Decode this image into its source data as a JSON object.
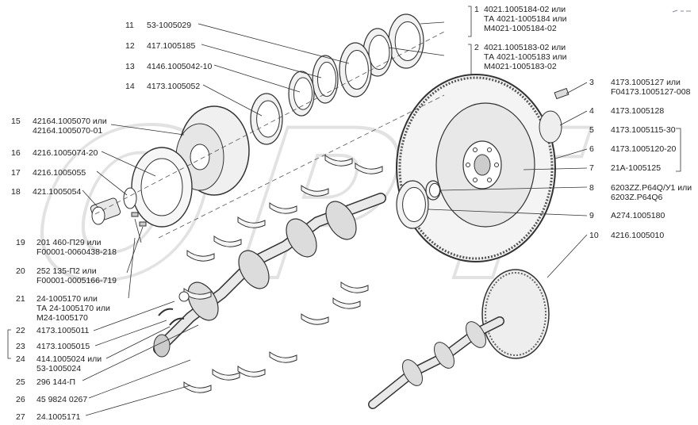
{
  "left_labels": [
    {
      "n": "11",
      "lines": [
        "53-1005029"
      ]
    },
    {
      "n": "12",
      "lines": [
        "417.1005185"
      ]
    },
    {
      "n": "13",
      "lines": [
        "4146.1005042-10"
      ]
    },
    {
      "n": "14",
      "lines": [
        "4173.1005052"
      ]
    },
    {
      "n": "15",
      "lines": [
        "42164.1005070 или",
        "42164.1005070-01"
      ]
    },
    {
      "n": "16",
      "lines": [
        "4216.1005074-20"
      ]
    },
    {
      "n": "17",
      "lines": [
        "4216.1005055"
      ]
    },
    {
      "n": "18",
      "lines": [
        "421.1005054"
      ]
    },
    {
      "n": "19",
      "lines": [
        "201 460-П29 или",
        "F00001-0060438-218"
      ]
    },
    {
      "n": "20",
      "lines": [
        "252 135-П2 или",
        "F00001-0005166-719"
      ]
    },
    {
      "n": "21",
      "lines": [
        "24-1005170 или",
        "ТА 24-1005170 или",
        "М24-1005170"
      ]
    },
    {
      "n": "22",
      "lines": [
        "4173.1005011"
      ]
    },
    {
      "n": "23",
      "lines": [
        "4173.1005015"
      ]
    },
    {
      "n": "24",
      "lines": [
        "414.1005024 или",
        "53-1005024"
      ]
    },
    {
      "n": "25",
      "lines": [
        "296 144-П"
      ]
    },
    {
      "n": "26",
      "lines": [
        "45 9824 0267"
      ]
    },
    {
      "n": "27",
      "lines": [
        "24.1005171"
      ]
    }
  ],
  "right_labels": [
    {
      "n": "1",
      "lines": [
        "4021.1005184-02 или",
        "ТА 4021-1005184 или",
        "М4021-1005184-02"
      ]
    },
    {
      "n": "2",
      "lines": [
        "4021.1005183-02 или",
        "ТА 4021-1005183 или",
        "М4021-1005183-02"
      ]
    },
    {
      "n": "3",
      "lines": [
        "4173.1005127 или",
        "F04173.1005127-008"
      ]
    },
    {
      "n": "4",
      "lines": [
        "4173.1005128"
      ]
    },
    {
      "n": "5",
      "lines": [
        "4173.1005115-30"
      ]
    },
    {
      "n": "6",
      "lines": [
        "4173.1005120-20"
      ]
    },
    {
      "n": "7",
      "lines": [
        "21А-1005125"
      ]
    },
    {
      "n": "8",
      "lines": [
        "6203ZZ.P64Q/У1 или",
        "6203Z.P64Q6"
      ]
    },
    {
      "n": "9",
      "lines": [
        "А274.1005180"
      ]
    },
    {
      "n": "10",
      "lines": [
        "4216.1005010"
      ]
    }
  ],
  "watermark": "ОРТ"
}
